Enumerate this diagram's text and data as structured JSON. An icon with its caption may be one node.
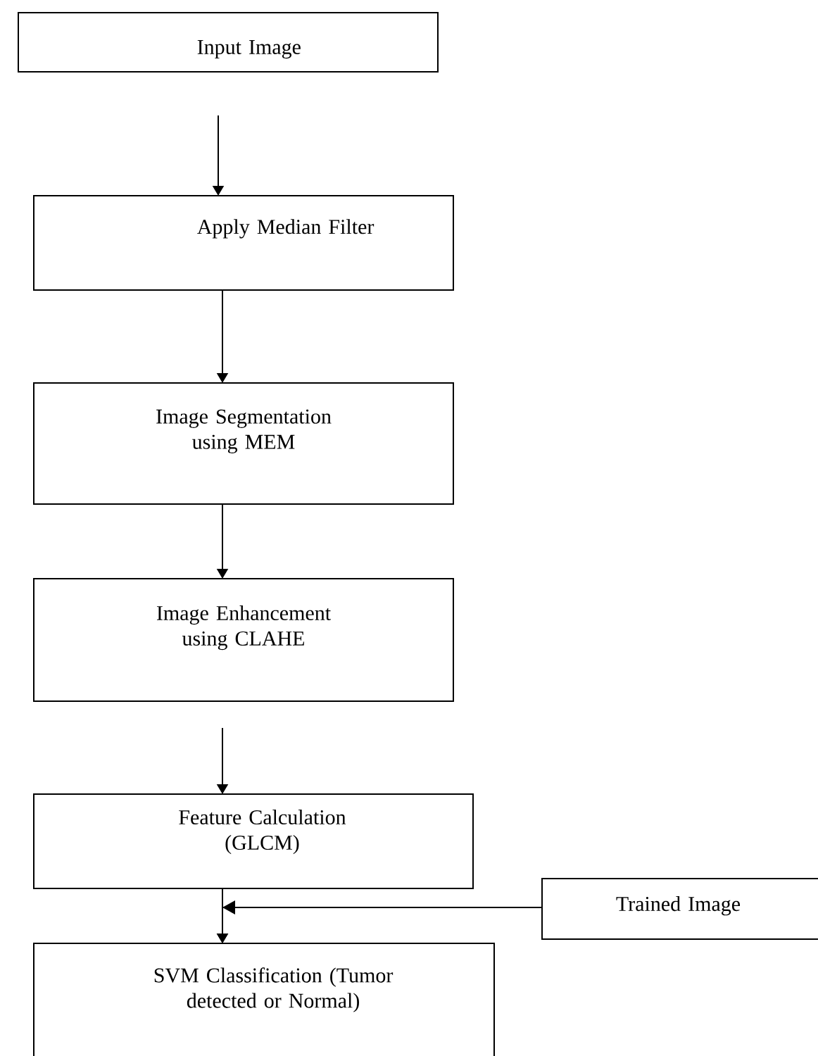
{
  "diagram": {
    "nodes": [
      {
        "text": [
          "Input Image"
        ]
      },
      {
        "text": [
          "Apply Median Filter"
        ]
      },
      {
        "text": [
          "Image Segmentation using MEM"
        ]
      },
      {
        "text": [
          "Image Enhancement using CLAHE"
        ]
      },
      {
        "text": [
          "Feature Calculation (GLCM)"
        ]
      },
      {
        "text": [
          "SVM Classification (Tumor detected or Normal)"
        ]
      },
      {
        "text": [
          "Trained Image"
        ]
      }
    ],
    "edges": [
      {
        "from": 0,
        "to": 1,
        "arrow": "to"
      },
      {
        "from": 1,
        "to": 2,
        "arrow": "to"
      },
      {
        "from": 2,
        "to": 3,
        "arrow": "to"
      },
      {
        "from": 3,
        "to": 4,
        "arrow": "to"
      },
      {
        "from": 4,
        "to": 5,
        "arrow": "to"
      },
      {
        "from": 6,
        "to": 5,
        "arrow": "to"
      }
    ]
  }
}
